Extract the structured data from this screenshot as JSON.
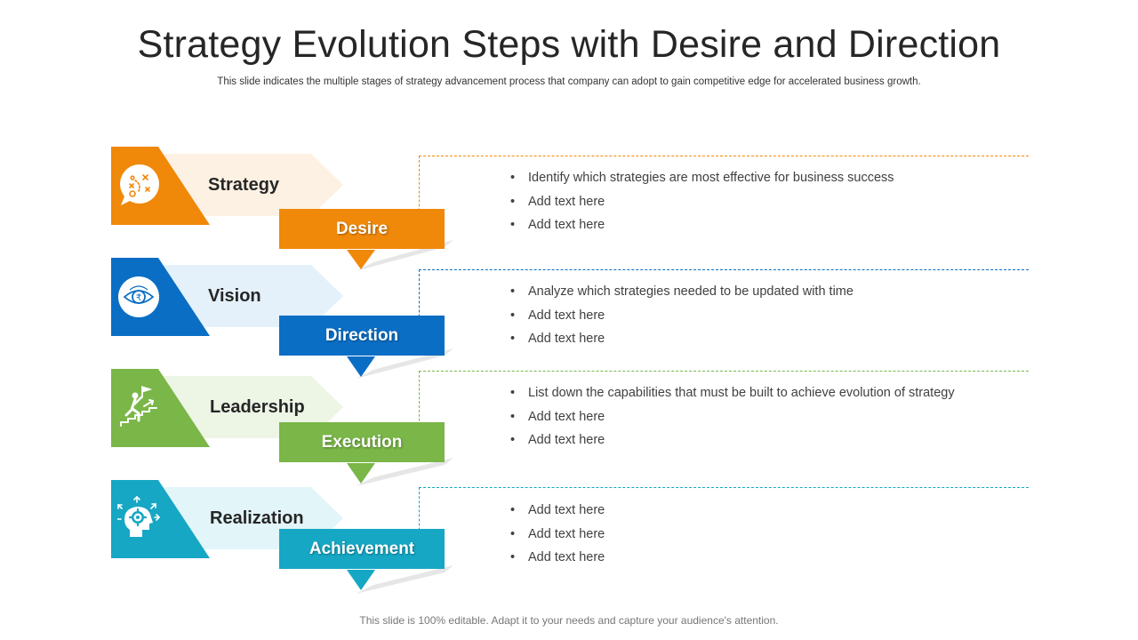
{
  "title": "Strategy Evolution Steps with Desire and Direction",
  "subtitle": "This slide indicates the multiple stages of strategy advancement process that company can adopt to gain competitive edge for accelerated business growth.",
  "footer": "This slide is 100% editable. Adapt it to your needs and capture your audience's attention.",
  "steps": [
    {
      "stage": "Strategy",
      "banner": "Desire",
      "icon": "strategy-plan-icon",
      "color": "#F0880A",
      "light": "#FDF1E3",
      "bullets": [
        "Identify which strategies are most effective for business success",
        "Add text here",
        "Add text here"
      ]
    },
    {
      "stage": "Vision",
      "banner": "Direction",
      "icon": "eye-rupee-icon",
      "color": "#0A6EC4",
      "light": "#E4F1FB",
      "bullets": [
        "Analyze which strategies needed to be updated with time",
        "Add text here",
        "Add text here"
      ]
    },
    {
      "stage": "Leadership",
      "banner": "Execution",
      "icon": "climbing-stairs-flag-icon",
      "color": "#7AB648",
      "light": "#EDF5E5",
      "bullets": [
        "List down the capabilities that must be built to achieve evolution of strategy",
        "Add text here",
        "Add text here"
      ]
    },
    {
      "stage": "Realization",
      "banner": "Achievement",
      "icon": "head-gear-icon",
      "color": "#16A7C4",
      "light": "#E2F5F9",
      "bullets": [
        "Add text here",
        "Add text here",
        "Add text here"
      ]
    }
  ]
}
